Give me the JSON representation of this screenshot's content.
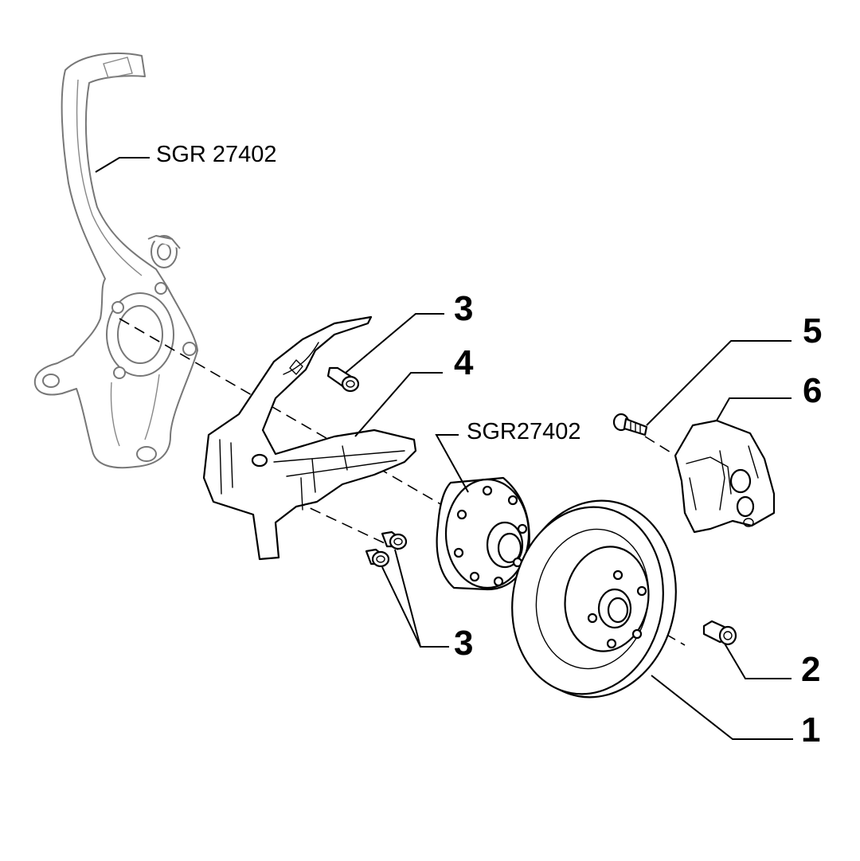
{
  "callouts": {
    "c1": "1",
    "c2": "2",
    "c3_top": "3",
    "c3_bottom": "3",
    "c4": "4",
    "c5": "5",
    "c6": "6",
    "ref_knuckle": "SGR 27402",
    "ref_hub": "SGR27402"
  },
  "colors": {
    "ink": "#000000",
    "ghost": "#777777",
    "background": "#ffffff"
  }
}
